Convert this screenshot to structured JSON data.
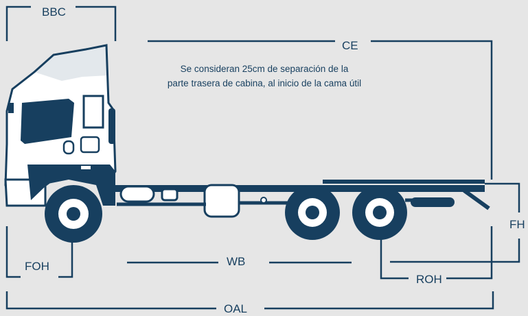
{
  "labels": {
    "bbc": "BBC",
    "ce": "CE",
    "foh": "FOH",
    "wb": "WB",
    "roh": "ROH",
    "oal": "OAL",
    "fh": "FH"
  },
  "note": {
    "line1": "Se consideran 25cm de separación de la",
    "line2": "parte trasera de cabina, al inicio de la cama útil"
  },
  "colors": {
    "ink": "#173f5f",
    "background": "#e6e6e6",
    "wheel_center": "#ffffff"
  }
}
